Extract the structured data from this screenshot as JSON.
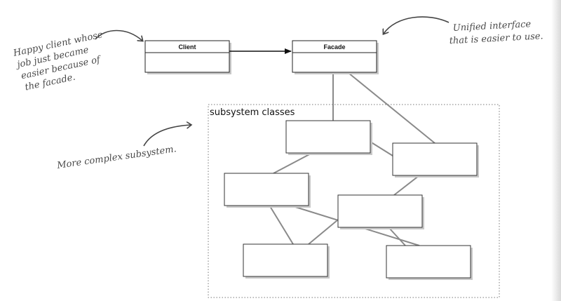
{
  "classes": {
    "client": "Client",
    "facade": "Facade"
  },
  "subsystem": {
    "label": "subsystem classes"
  },
  "annotations": {
    "happy_client": [
      "Happy client whose",
      "job just became",
      "easier because of",
      "the facade."
    ],
    "unified_interface": [
      "Unified interface",
      "that is easier to use."
    ],
    "complex_subsystem": "More complex subsystem."
  },
  "colors": {
    "line": "#8a8a8a",
    "box_border": "#222222",
    "handwriting": "#4a4a4a"
  }
}
